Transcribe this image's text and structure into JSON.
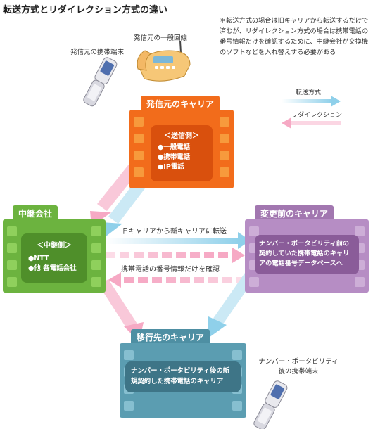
{
  "title": "転送方式とリダイレクション方式の違い",
  "note": "＊転送方式の場合は旧キャリアから転送するだけで済むが、リダイレクション方式の場合は携帯電話の番号情報だけを確認するために、中継会社が交換機のソフトなどを入れ替えする必要がある",
  "legend": {
    "transfer": "転送方式",
    "redirect": "リダイレクション"
  },
  "devices": {
    "mobile_origin": "発信元の携帯端末",
    "landline_origin": "発信元の一般回線",
    "mobile_after": "ナンバー・ポータビリティ後の携帯端末"
  },
  "origin_carrier": {
    "label": "発信元のキャリア",
    "heading": "＜送信側＞",
    "items": [
      "●一般電話",
      "●携帯電話",
      "●IP電話"
    ]
  },
  "relay": {
    "label": "中継会社",
    "heading": "＜中継側＞",
    "items": [
      "●NTT",
      "●他 各電話会社"
    ]
  },
  "old_carrier": {
    "label": "変更前のキャリア",
    "text": "ナンバー・ポータビリティ前の契約していた携帯電話のキャリアの電話番号データベースへ"
  },
  "new_carrier": {
    "label": "移行先のキャリア",
    "text": "ナンバー・ポータビリティ後の新規契約した携帯電話のキャリア"
  },
  "arrows": {
    "transfer_label": "旧キャリアから新キャリアに転送",
    "check_label": "携帯電話の番号情報だけを確認"
  },
  "colors": {
    "transfer": "#9fd8ec",
    "redirect": "#f6b3c9",
    "origin": "#f26c1b",
    "relay": "#6cb33f",
    "old": "#a277b0",
    "new": "#4e8fa3"
  }
}
